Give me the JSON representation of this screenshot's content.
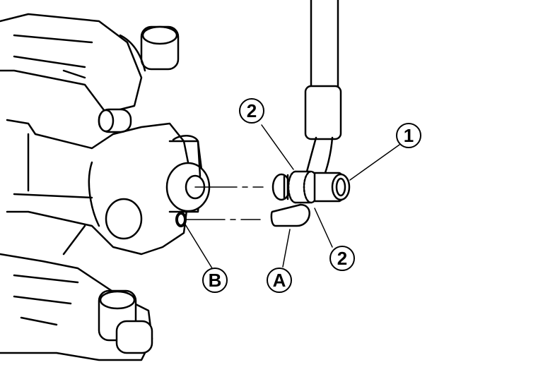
{
  "callouts": {
    "washer_upper": "2",
    "union_bolt": "1",
    "washer_lower": "2",
    "hole_b": "B",
    "tab_a": "A"
  }
}
